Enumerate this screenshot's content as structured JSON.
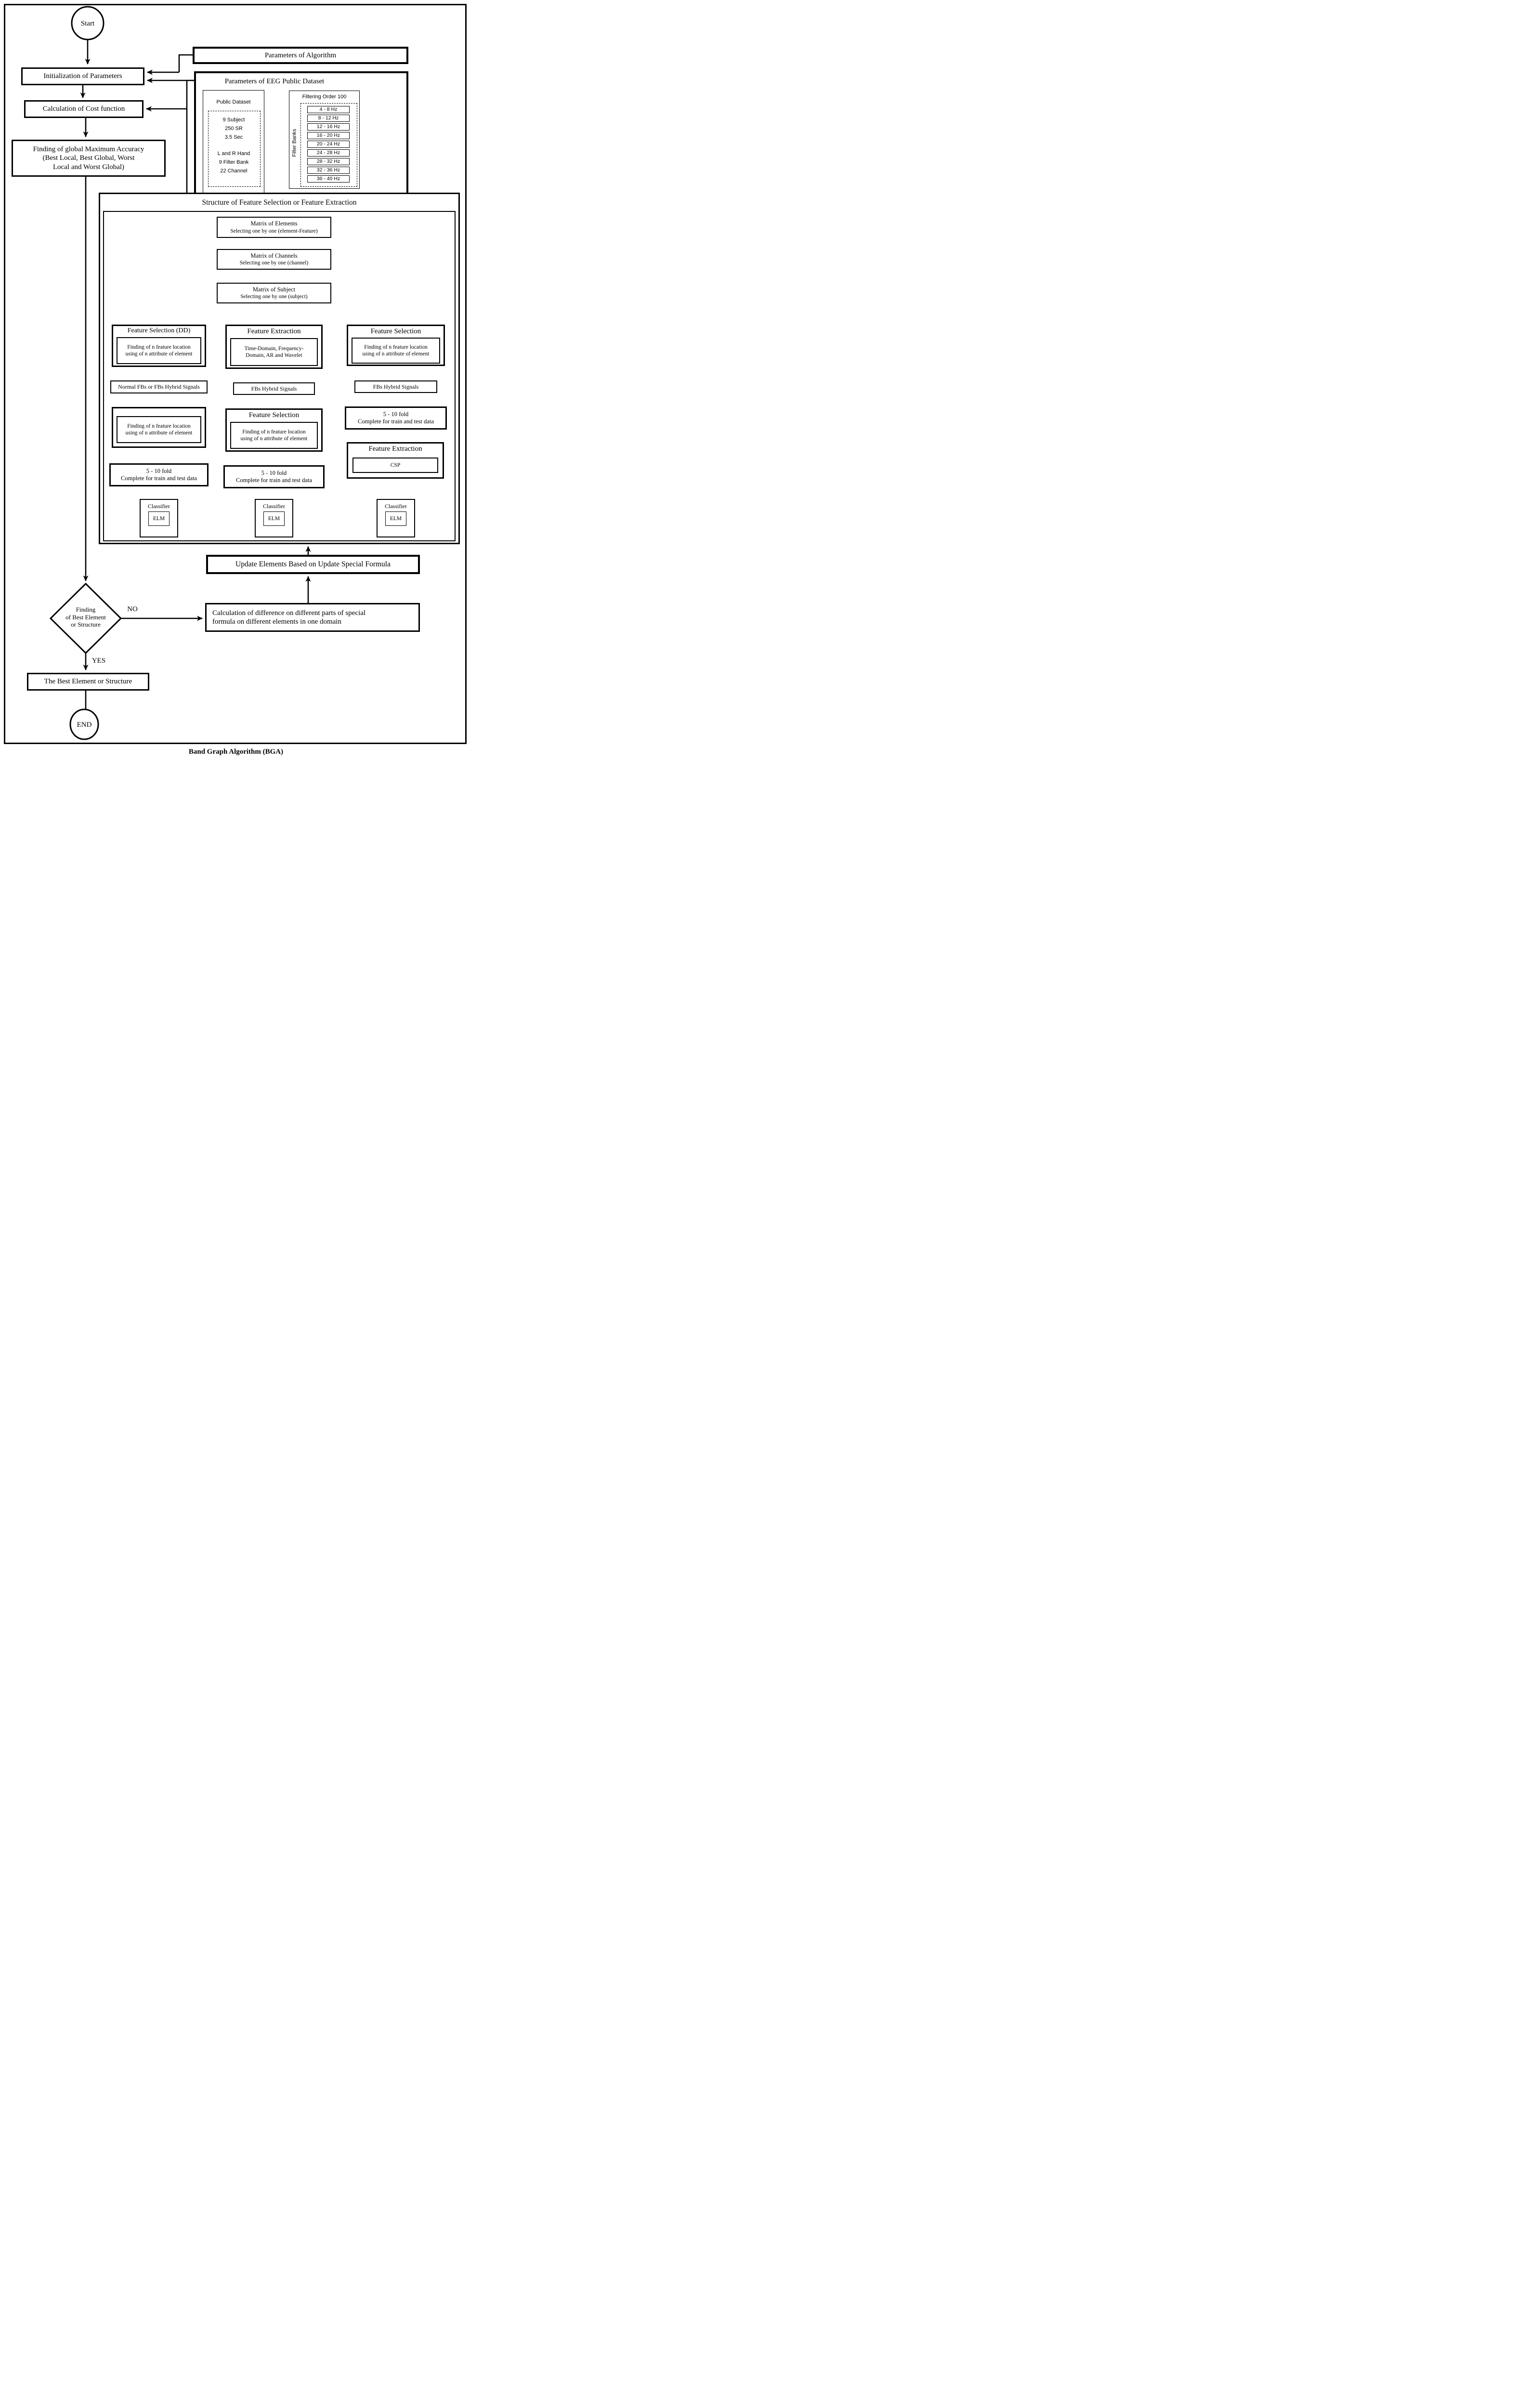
{
  "caption": "Band Graph Algorithm (BGA)",
  "terminals": {
    "start": "Start",
    "end": "END"
  },
  "left_flow": {
    "init": "Initialization of Parameters",
    "cost": "Calculation of Cost function",
    "finding_global": {
      "lines": [
        "Finding of global Maximum Accuracy",
        "(Best Local, Best Global, Worst",
        "Local and Worst Global)"
      ]
    },
    "decision": {
      "lines": [
        "Finding",
        "of Best Element",
        "or Structure"
      ],
      "no": "NO",
      "yes": "YES"
    },
    "best": "The Best Element or Structure"
  },
  "params_algorithm": {
    "title": "Parameters of Algorithm"
  },
  "eeg": {
    "title": "Parameters of EEG Public Dataset",
    "public_dataset": {
      "title": "Public Dataset",
      "lines_top": [
        "9 Subject",
        "250 SR",
        "3.5 Sec"
      ],
      "lines_bottom": [
        "L and R Hand",
        "9 Filter Bank",
        "22 Channel"
      ]
    },
    "filter": {
      "title": "Filtering Order 100",
      "side_label": "Filter Banks",
      "bands": [
        "4 - 8 Hz",
        "8 - 12 Hz",
        "12 - 16 Hz",
        "16 - 20 Hz",
        "20 - 24 Hz",
        "24 - 28 Hz",
        "28 - 32 Hz",
        "32 - 36 Hz",
        "36 - 40 Hz"
      ]
    }
  },
  "structure": {
    "title": "Structure of Feature Selection or Feature Extraction",
    "matrices": [
      {
        "title": "Matrix of Elements",
        "subtitle": "Selecting one by one (element-Feature)"
      },
      {
        "title": "Matrix of Channels",
        "subtitle": "Selecting one by one (channel)"
      },
      {
        "title": "Matrix of Subject",
        "subtitle": "Selecting one by one (subject)"
      }
    ],
    "finding_lines": [
      "Finding of n feature location",
      "using of n attribute of element"
    ],
    "columns": {
      "left": {
        "title": "Feature Selection (DD)",
        "mid_label": "Normal FBs or FBs Hybrid Signals",
        "fold_lines": [
          "5 - 10 fold",
          "Complete for train and test data"
        ],
        "classifier": "Classifier",
        "elm": "ELM"
      },
      "middle": {
        "title": "Feature Extraction",
        "extract_lines": [
          "Time-Domain, Frequency-",
          "Domain, AR and Wavelet"
        ],
        "mid_label": "FBs Hybrid Signals",
        "fs_title": "Feature Selection",
        "fold_lines": [
          "5 - 10 fold",
          "Complete for train and test data"
        ],
        "classifier": "Classifier",
        "elm": "ELM"
      },
      "right": {
        "title": "Feature Selection",
        "mid_label": "FBs Hybrid Signals",
        "fold_lines": [
          "5 - 10 fold",
          "Complete for train and test data"
        ],
        "fe_title": "Feature Extraction",
        "csp": "CSP",
        "classifier": "Classifier",
        "elm": "ELM"
      }
    }
  },
  "update_box": "Update Elements Based on Update Special Formula",
  "calc_diff": {
    "lines": [
      "Calculation of difference on different parts of special",
      "formula on different elements in one domain"
    ]
  }
}
